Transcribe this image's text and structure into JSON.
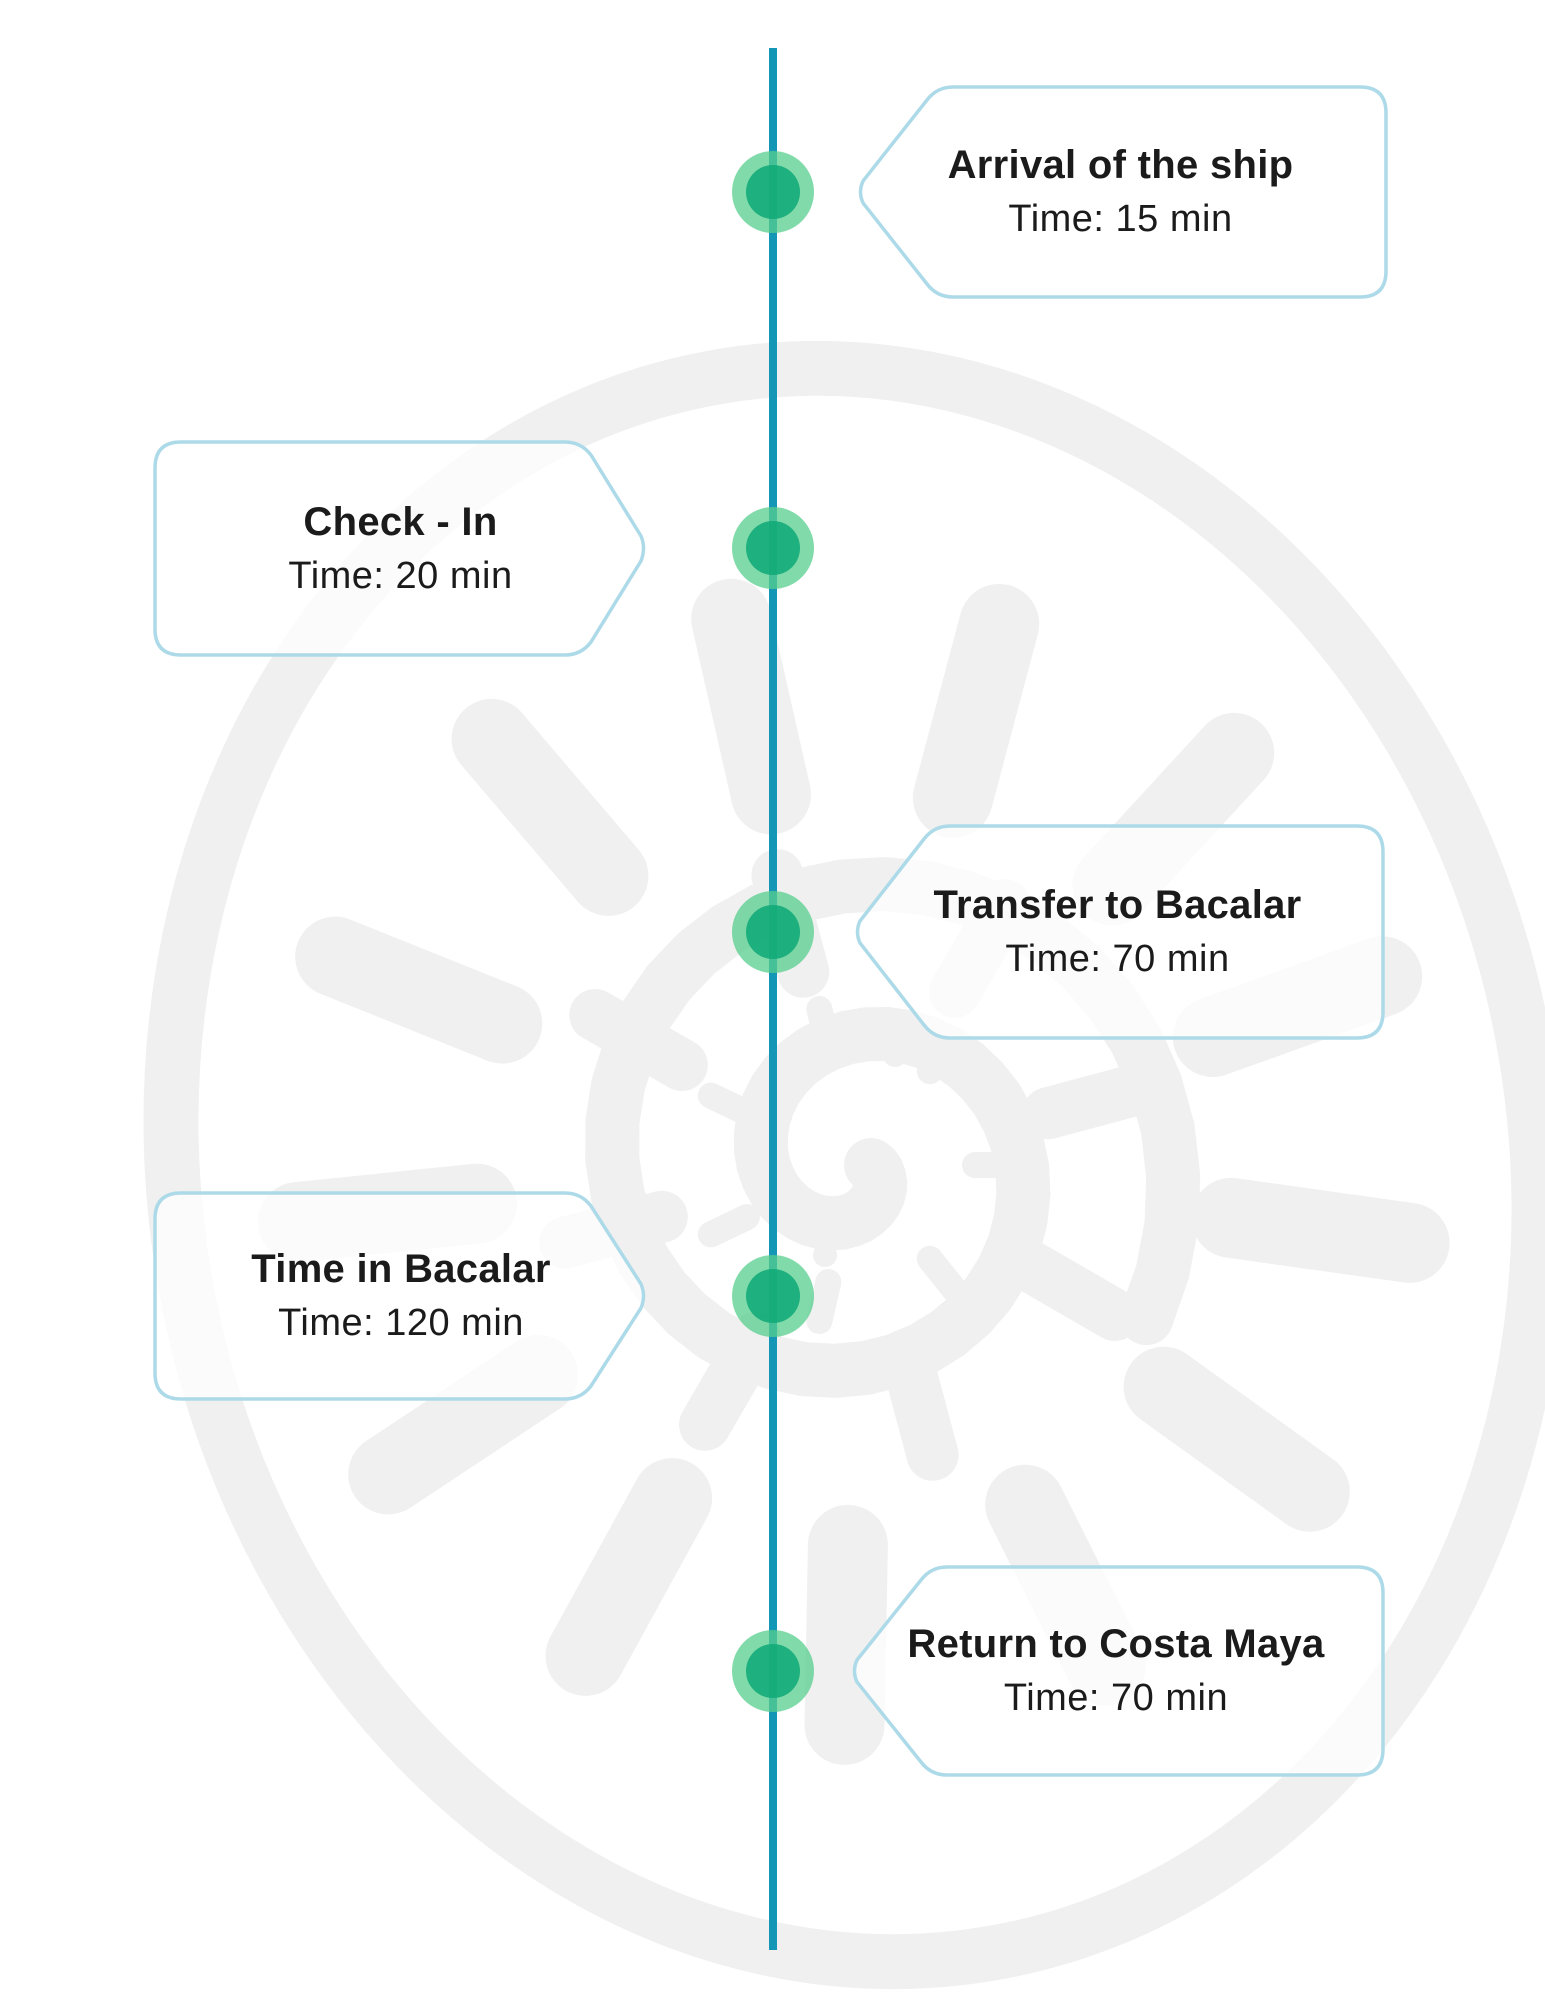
{
  "timeline": {
    "steps": [
      {
        "title": "Arrival of the ship",
        "time": "Time: 15 min",
        "side": "right"
      },
      {
        "title": "Check - In",
        "time": "Time: 20 min",
        "side": "left"
      },
      {
        "title": "Transfer to Bacalar",
        "time": "Time: 70 min",
        "side": "right"
      },
      {
        "title": "Time in Bacalar",
        "time": "Time: 120 min",
        "side": "left"
      },
      {
        "title": "Return to Costa Maya",
        "time": "Time: 70 min",
        "side": "right"
      }
    ]
  },
  "colors": {
    "line": "#1497b6",
    "dot_outer": "rgba(85,205,140,0.75)",
    "dot_inner": "rgba(16,170,120,0.88)",
    "bubble_border": "#addae8",
    "bubble_fill": "rgba(255,255,255,0.72)",
    "watermark": "#f0f0f0",
    "text": "#1b1b1b"
  }
}
